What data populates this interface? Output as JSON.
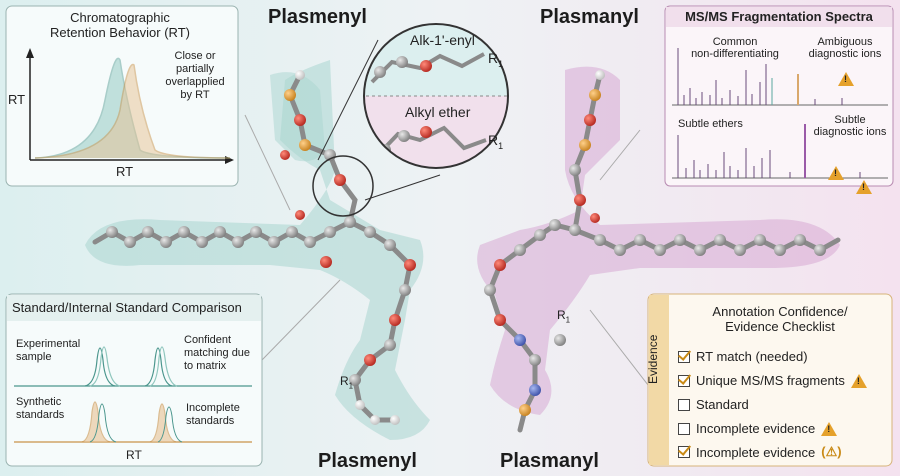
{
  "titles": {
    "plasmenyl_top": "Plasmenyl",
    "plasmanyl_top": "Plasmanyl",
    "plasmenyl_bottom": "Plasmenyl",
    "plasmanyl_bottom": "Plasmanyl"
  },
  "rt_panel": {
    "title_line1": "Chromatographic",
    "title_line2": "Retention Behavior (RT)",
    "y_label": "RT",
    "x_label": "RT",
    "note_line1": "Close or",
    "note_line2": "partially",
    "note_line3": "overlapplied",
    "note_line4": "by RT"
  },
  "zoom": {
    "top_label": "Alk-1'-enyl",
    "top_r": "R",
    "top_r_sub": "1",
    "bottom_label": "Alkyl ether",
    "bottom_r": "R",
    "bottom_r_sub": "1"
  },
  "msms_panel": {
    "title": "MS/MS Fragmentation Spectra",
    "common_line1": "Common",
    "common_line2": "non-differentiating",
    "ambiguous_line1": "Ambiguous",
    "ambiguous_line2": "diagnostic ions",
    "subtle_ethers": "Subtle ethers",
    "subtle_diag_line1": "Subtle",
    "subtle_diag_line2": "diagnostic ions"
  },
  "standard_panel": {
    "title": "Standard/Internal Standard Comparison",
    "exp_line1": "Experimental",
    "exp_line2": "sample",
    "confident_line1": "Confident",
    "confident_line2": "matching due",
    "confident_line3": "to matrix",
    "syn_line1": "Synthetic",
    "syn_line2": "standards",
    "incomplete_line1": "Incomplete",
    "incomplete_line2": "standards",
    "x_label": "RT"
  },
  "checklist": {
    "title_line1": "Annotation Confidence/",
    "title_line2": "Evidence Checklist",
    "side_label": "Evidence",
    "items": [
      {
        "label": "RT match (needed)",
        "checked": true,
        "warning": "none"
      },
      {
        "label": "Unique MS/MS fragments",
        "checked": true,
        "warning": "triangle"
      },
      {
        "label": "Standard",
        "checked": false,
        "warning": "none"
      },
      {
        "label": "Incomplete evidence",
        "checked": false,
        "warning": "triangle"
      },
      {
        "label": "Incomplete evidence",
        "checked": true,
        "warning": "paren-triangle"
      }
    ]
  },
  "molecule_labels": {
    "left_r": "R",
    "left_r_sub": "1",
    "right_r": "R",
    "right_r_sub": "1"
  },
  "colors": {
    "left_bg": "#dcefef",
    "right_bg": "#f4e2ef",
    "teal": "#5aa7a0",
    "tan": "#d9a86c",
    "purple": "#9a5aa8",
    "warning": "#e5a12b"
  }
}
